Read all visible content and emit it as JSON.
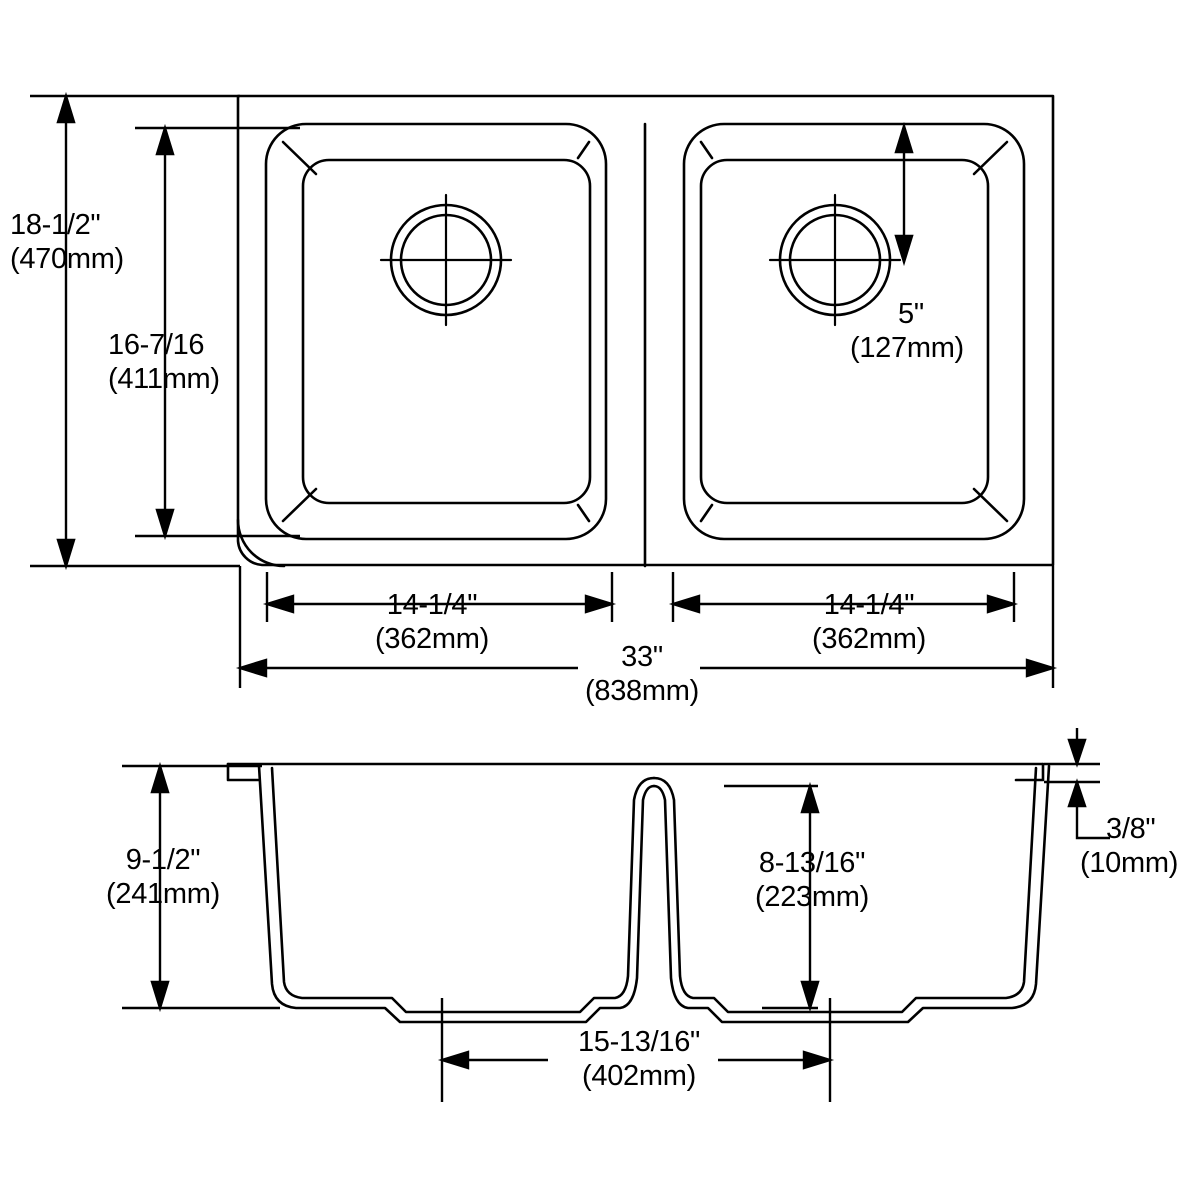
{
  "document": {
    "kind": "technical-drawing",
    "subject": "double-bowl-kitchen-sink",
    "views": [
      "top-view",
      "front-section-view"
    ],
    "line_color": "#000000",
    "background_color": "#ffffff"
  },
  "dimensions": {
    "overall_depth": {
      "imperial": "18-1/2\"",
      "metric": "(470mm)",
      "view": "top",
      "orientation": "vertical"
    },
    "bowl_depth": {
      "imperial": "16-7/16",
      "metric": "(411mm)",
      "view": "top",
      "orientation": "vertical"
    },
    "drain_offset": {
      "imperial": "5\"",
      "metric": "(127mm)",
      "view": "top",
      "orientation": "vertical"
    },
    "left_bowl_width": {
      "imperial": "14-1/4\"",
      "metric": "(362mm)",
      "view": "top",
      "orientation": "horizontal"
    },
    "right_bowl_width": {
      "imperial": "14-1/4\"",
      "metric": "(362mm)",
      "view": "top",
      "orientation": "horizontal"
    },
    "overall_width": {
      "imperial": "33\"",
      "metric": "(838mm)",
      "view": "top",
      "orientation": "horizontal"
    },
    "overall_height": {
      "imperial": "9-1/2\"",
      "metric": "(241mm)",
      "view": "section",
      "orientation": "vertical"
    },
    "bowl_height": {
      "imperial": "8-13/16\"",
      "metric": "(223mm)",
      "view": "section",
      "orientation": "vertical"
    },
    "rim_thickness": {
      "imperial": "3/8\"",
      "metric": "(10mm)",
      "view": "section",
      "orientation": "vertical"
    },
    "bowl_inner_width": {
      "imperial": "15-13/16\"",
      "metric": "(402mm)",
      "view": "section",
      "orientation": "horizontal"
    }
  }
}
